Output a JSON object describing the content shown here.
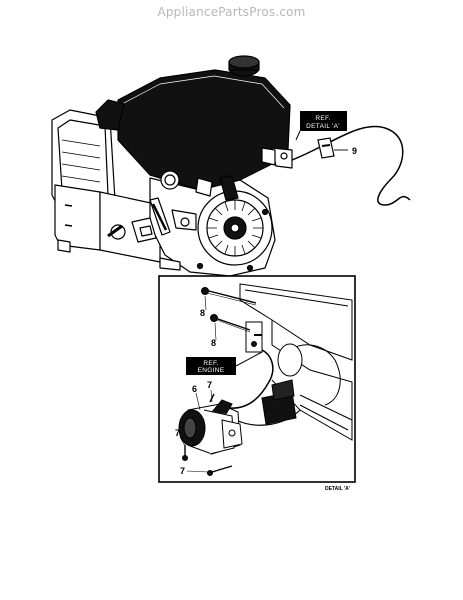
{
  "watermark": "AppliancePartsPros.com",
  "callouts": {
    "c9": "9",
    "c8a": "8",
    "c8b": "8",
    "c6": "6",
    "c7a": "7",
    "c7b": "7",
    "c7c": "7"
  },
  "tags": {
    "ref_detail_line1": "REF.",
    "ref_detail_line2": "DETAIL 'A'",
    "ref_engine_line1": "REF.",
    "ref_engine_line2": "ENGINE"
  },
  "detail_caption": "DETAIL 'A'",
  "colors": {
    "ink": "#000000",
    "paper": "#ffffff",
    "watermark": "#b8b8b8"
  }
}
